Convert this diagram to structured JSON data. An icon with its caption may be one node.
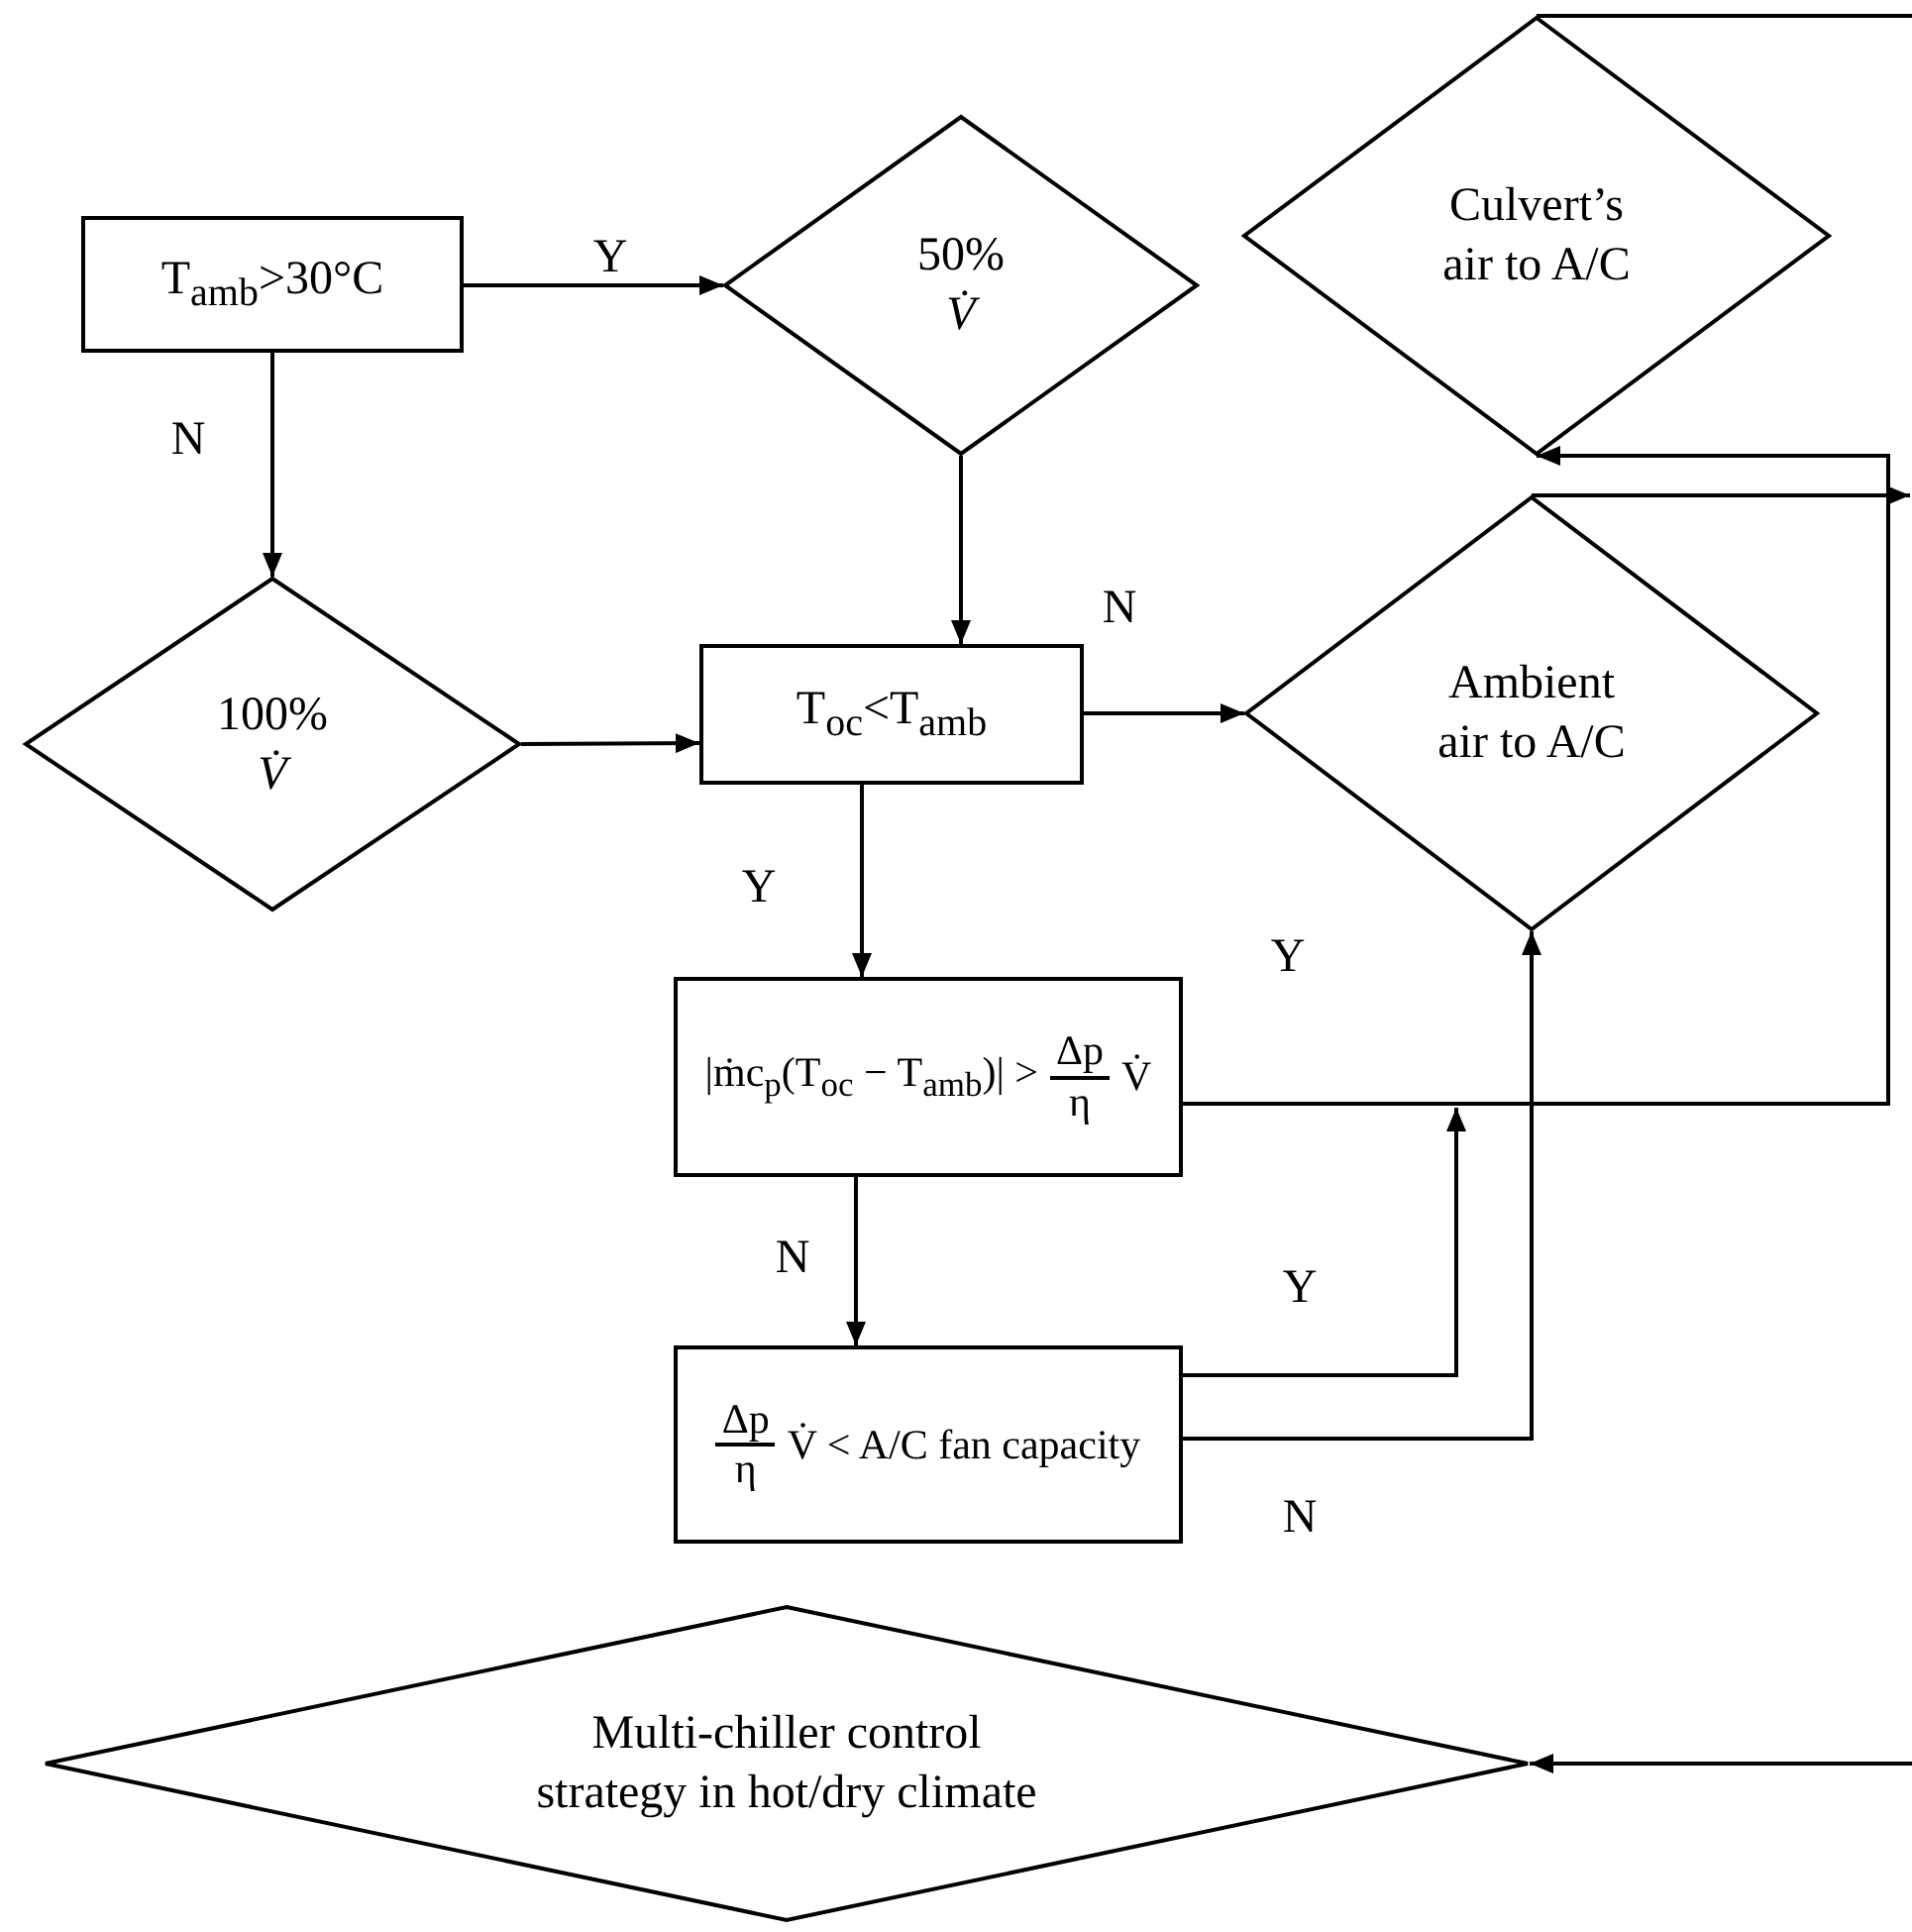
{
  "diagram": {
    "nodes": [
      {
        "text": [
          "Culvert’s air to A/C"
        ]
      },
      {
        "text": [
          "T$_{amb}$>30°C"
        ]
      },
      {
        "text": [
          "50%",
          "*V̇*"
        ]
      },
      {
        "text": [
          "100%",
          "*V̇*"
        ]
      },
      {
        "text": [
          "T$_{oc}$<T$_{amb}$"
        ]
      },
      {
        "text": [
          "Ambient air to A/C"
        ]
      },
      {
        "text": [
          "|ṁc$_{p}$(T$_{oc}$ − T$_{amb}$)| >",
          "Δp",
          "η",
          "V̇"
        ]
      },
      {
        "text": [
          "Δp",
          "η",
          "V̇ < A/C fan capacity"
        ]
      },
      {
        "text": [
          "Multi-chiller control strategy in hot/dry climate"
        ]
      }
    ],
    "edges": [
      {
        "from": 1,
        "to": 2,
        "arrow": "to",
        "label": "Y"
      },
      {
        "from": 1,
        "to": 3,
        "arrow": "to",
        "label": "N"
      },
      {
        "from": 2,
        "to": 4,
        "arrow": "to"
      },
      {
        "from": 3,
        "to": 4,
        "arrow": "to"
      },
      {
        "from": 4,
        "to": 5,
        "arrow": "to",
        "label": "N"
      },
      {
        "from": 4,
        "to": 6,
        "arrow": "to",
        "label": "Y"
      },
      {
        "from": 6,
        "to": 0,
        "arrow": "to",
        "label": "Y"
      },
      {
        "from": 6,
        "to": 7,
        "arrow": "to",
        "label": "N"
      },
      {
        "from": 7,
        "to": 0,
        "arrow": "to",
        "label": "Y"
      },
      {
        "from": 7,
        "to": 5,
        "arrow": "to",
        "label": "N"
      },
      {
        "from": 0,
        "to": null,
        "arrow": "none"
      },
      {
        "from": 5,
        "to": null,
        "arrow": "to"
      },
      {
        "from": null,
        "to": 8,
        "arrow": "to"
      }
    ]
  }
}
